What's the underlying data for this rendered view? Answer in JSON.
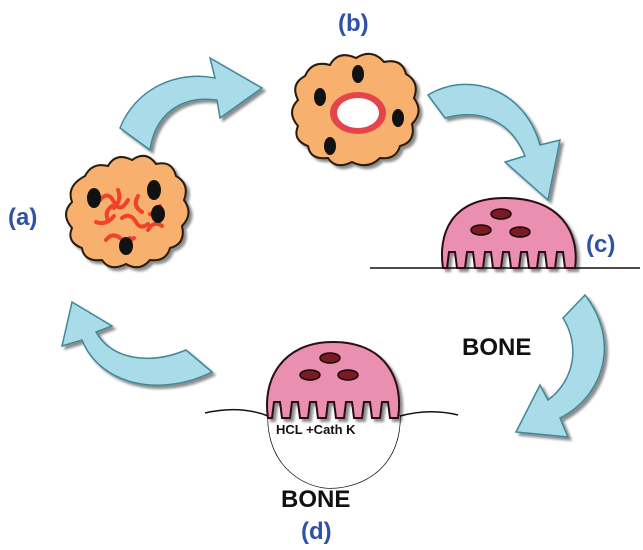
{
  "labels": {
    "a": "(a)",
    "b": "(b)",
    "c": "(c)",
    "d": "(d)",
    "bone_c": "BONE",
    "bone_d": "BONE",
    "enzymes": "HCL +Cath K"
  },
  "colors": {
    "label_blue": "#2e53a6",
    "arrow_fill": "#a9dbe8",
    "arrow_shadow": "#5a9fae",
    "cell_orange": "#f7b06d",
    "osteoclast_pink": "#ea8fb0",
    "nucleus_dark": "#7a1a26",
    "chromatin_red": "#f0422a",
    "vacuole_ring": "#e4444a"
  },
  "icons": [
    "curved-arrow-icon",
    "osteoclast-precursor-icon",
    "fused-cell-icon",
    "osteoclast-icon"
  ]
}
